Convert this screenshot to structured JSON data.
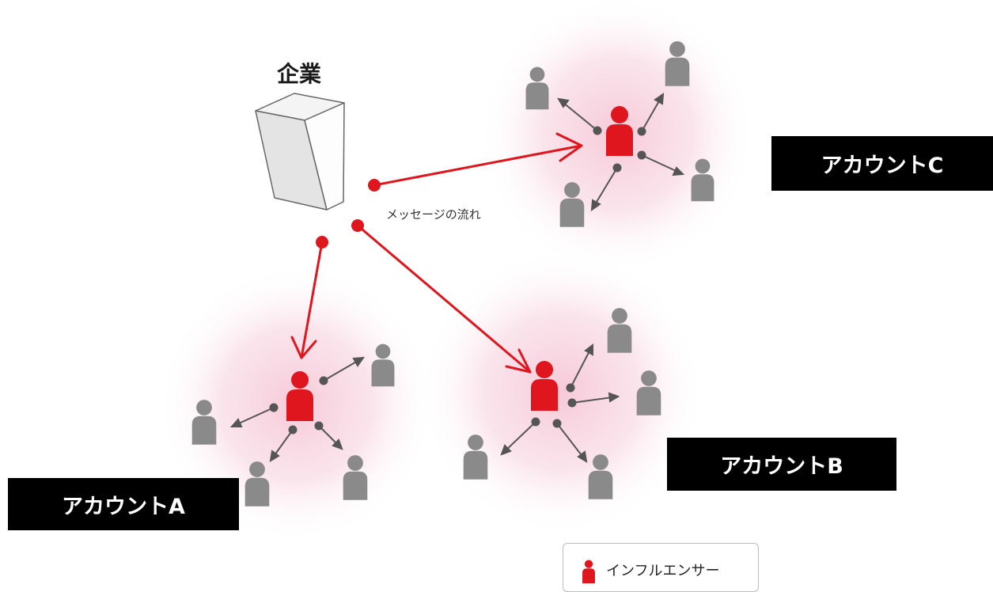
{
  "title": "企業",
  "flow_label": "メッセージの流れ",
  "accounts": [
    {
      "id": "A",
      "label": "アカウントA"
    },
    {
      "id": "B",
      "label": "アカウントB"
    },
    {
      "id": "C",
      "label": "アカウントC"
    }
  ],
  "legend": {
    "label": "インフルエンサー"
  },
  "colors": {
    "influencer": "#e0161e",
    "follower": "#8a8a8a",
    "flow_arrow": "#e0161e",
    "halo": "#f6cfdc",
    "label_bg": "#000000",
    "label_text": "#ffffff"
  }
}
